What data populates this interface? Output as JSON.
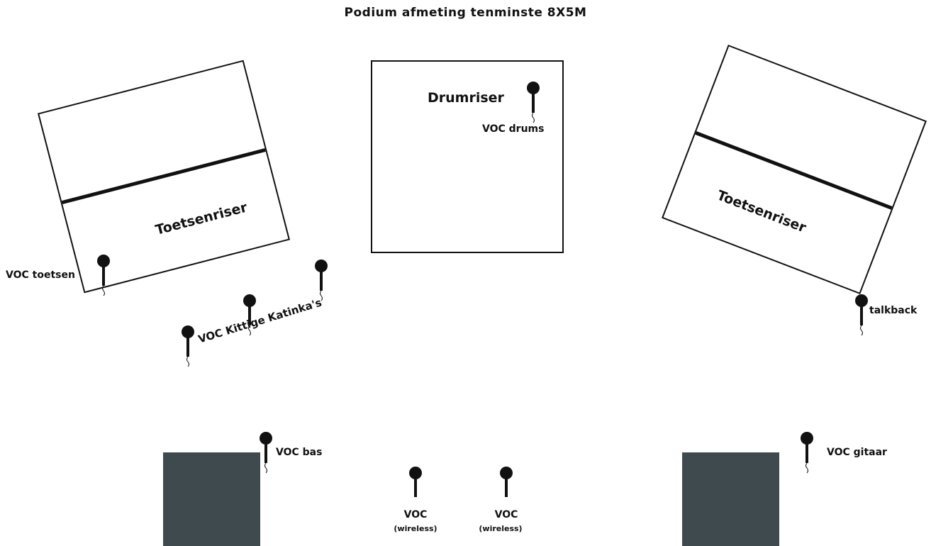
{
  "title": "Podium afmeting tenminste 8X5M",
  "risers": {
    "drum": "Drumriser",
    "keys_left": "Toetsenriser",
    "keys_right": "Toetsenriser"
  },
  "mics": {
    "drums": "VOC drums",
    "keys": "VOC toetsen",
    "kittige": "VOC Kittige Katinka's",
    "talkback": "talkback",
    "bass": "VOC bas",
    "guitar": "VOC gitaar",
    "wireless_1": {
      "label": "VOC",
      "sub": "(wireless)"
    },
    "wireless_2": {
      "label": "VOC",
      "sub": "(wireless)"
    }
  },
  "icons": {
    "mic": "microphone-icon",
    "amp": "amplifier-block"
  },
  "colors": {
    "outline": "#111111",
    "amp": "#3f4a4f",
    "background": "#ffffff"
  }
}
